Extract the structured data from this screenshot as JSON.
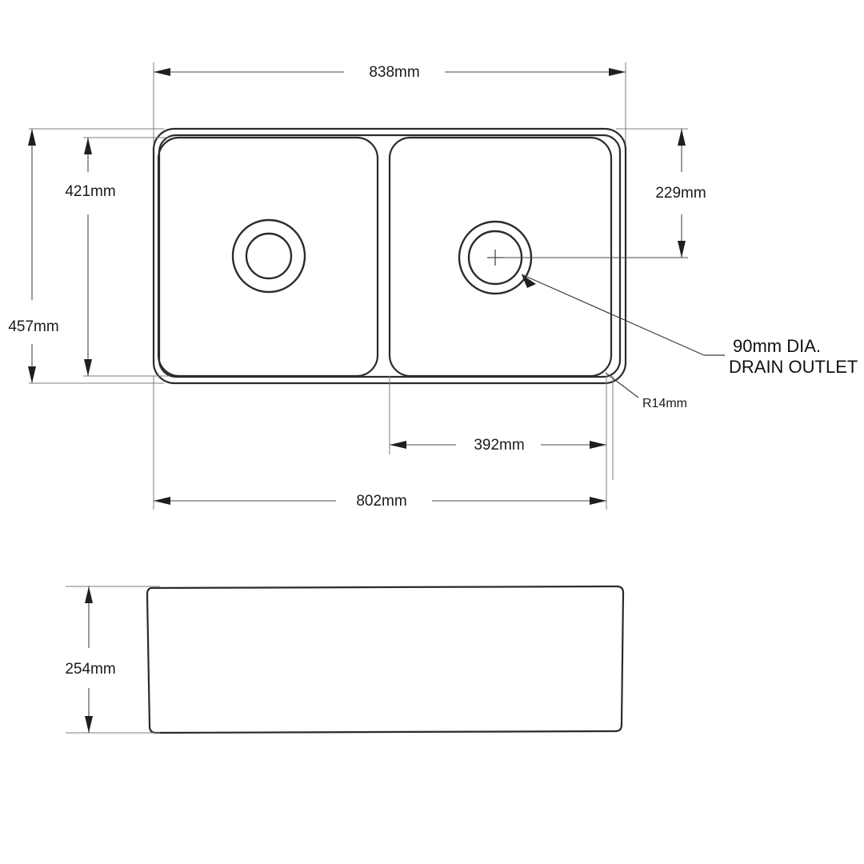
{
  "document": {
    "type": "technical-drawing",
    "subject": "double bowl kitchen sink",
    "views": [
      "top-view",
      "front-elevation"
    ],
    "units": "mm",
    "line_color": "#2b2b2b",
    "background_color": "#ffffff"
  },
  "dimensions": {
    "overall_width": "838mm",
    "bowl_span_width": "802mm",
    "overall_depth": "457mm",
    "bowl_depth": "421mm",
    "drain_offset_from_right": "229mm",
    "drain_offset_horizontal": "392mm",
    "side_height": "254mm"
  },
  "annotations": {
    "corner_radius": "R14mm",
    "drain_note_line1": "90mm  DIA.",
    "drain_note_line2": "DRAIN OUTLET"
  },
  "features": {
    "bowl_count": 2,
    "drain_count": 2,
    "drain_diameter": "90mm"
  }
}
